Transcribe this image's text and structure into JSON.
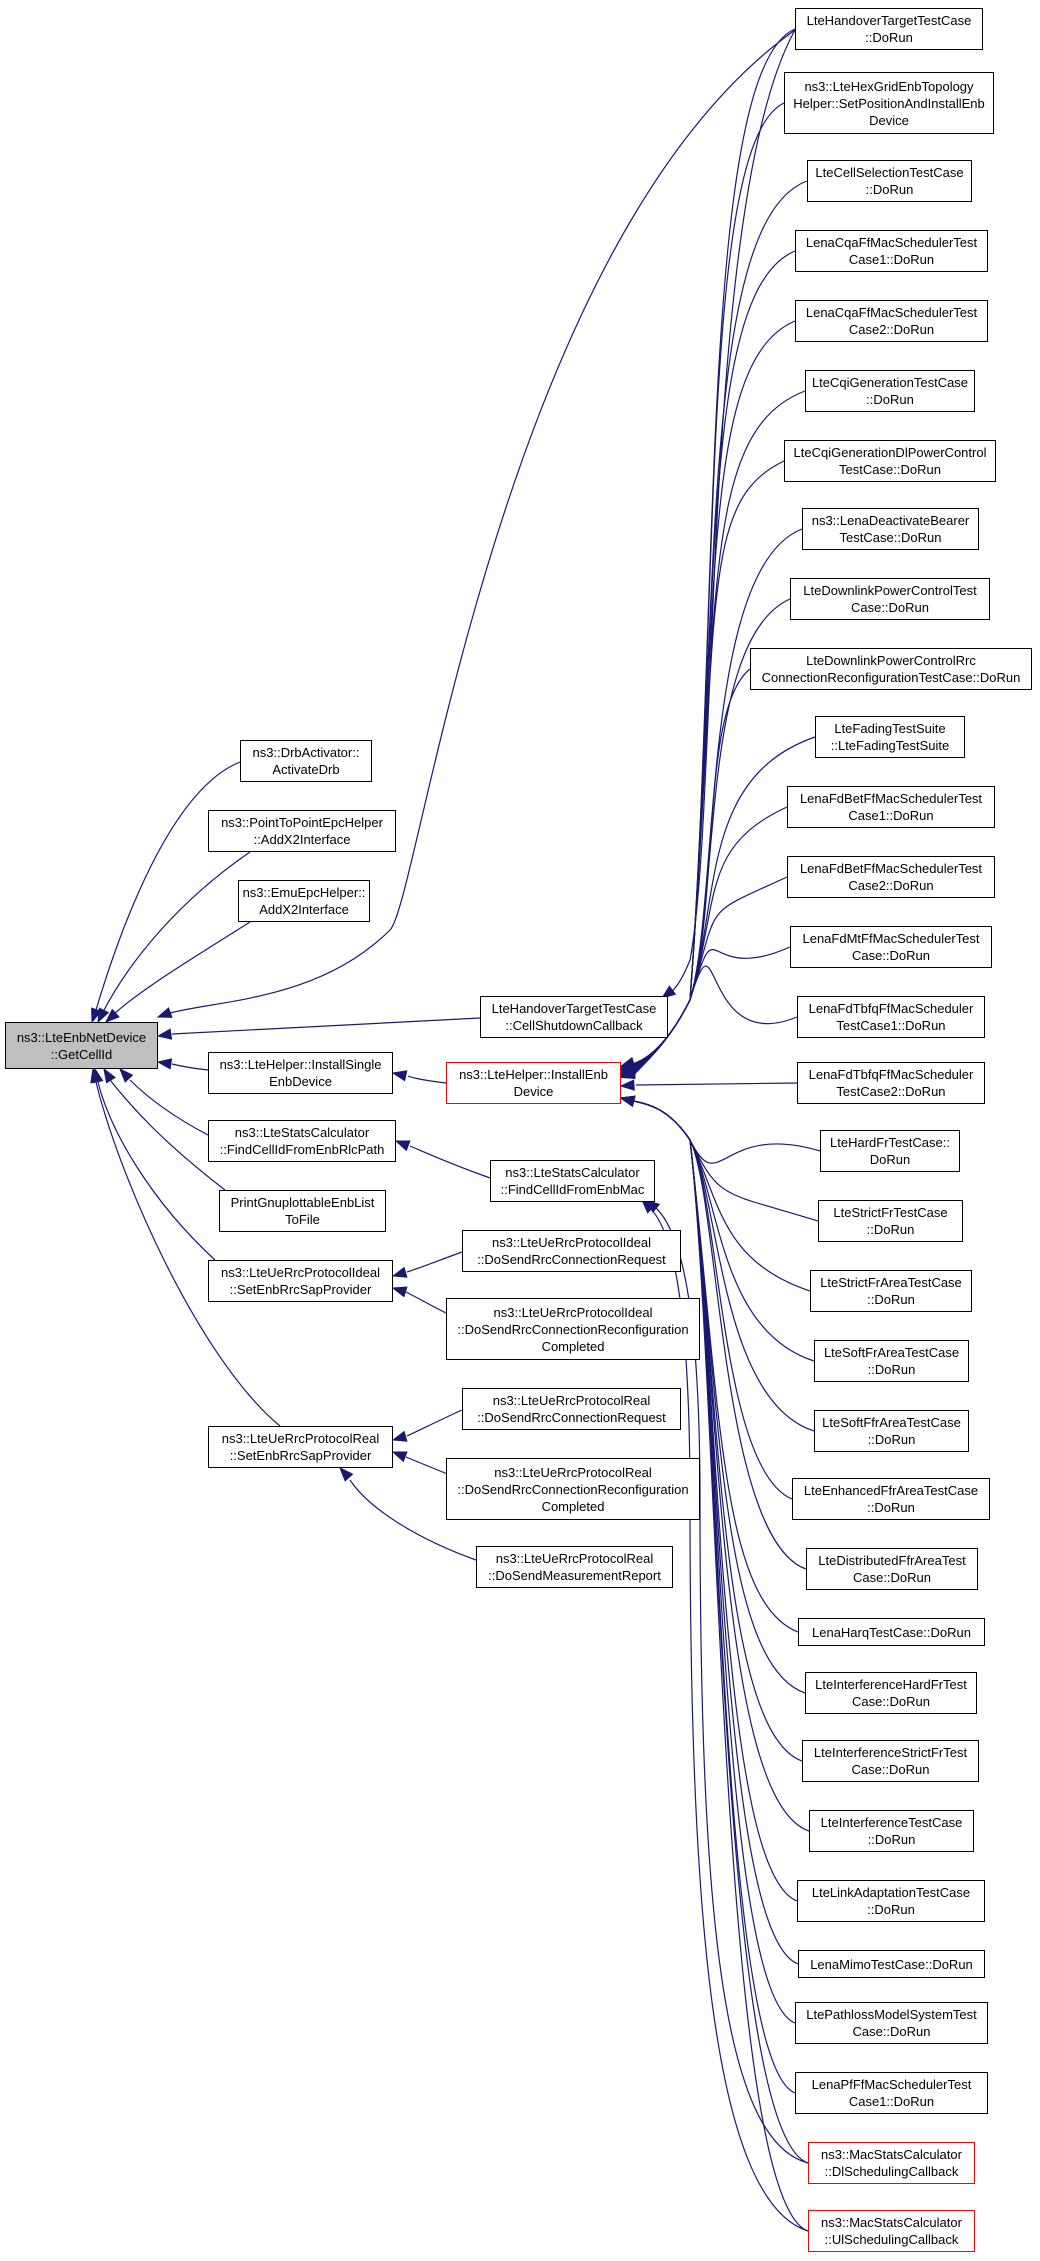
{
  "colors": {
    "edge": "#191970",
    "node_border": "#000000",
    "truncated_border": "#ff0000",
    "root_fill": "#bfbfbf"
  },
  "nodes": {
    "root": "ns3::LteEnbNetDevice\n::GetCellId",
    "drb": "ns3::DrbActivator::\nActivateDrb",
    "p2p": "ns3::PointToPointEpcHelper\n::AddX2Interface",
    "emu": "ns3::EmuEpcHelper::\nAddX2Interface",
    "ltehelper_single": "ns3::LteHelper::InstallSingle\nEnbDevice",
    "stats_rlc": "ns3::LteStatsCalculator\n::FindCellIdFromEnbRlcPath",
    "gnuplot": "PrintGnuplottableEnbList\nToFile",
    "ideal_sap": "ns3::LteUeRrcProtocolIdeal\n::SetEnbRrcSapProvider",
    "real_sap": "ns3::LteUeRrcProtocolReal\n::SetEnbRrcSapProvider",
    "ho_cb": "LteHandoverTargetTestCase\n::CellShutdownCallback",
    "install_enb": "ns3::LteHelper::InstallEnb\nDevice",
    "stats_mac": "ns3::LteStatsCalculator\n::FindCellIdFromEnbMac",
    "ideal_req": "ns3::LteUeRrcProtocolIdeal\n::DoSendRrcConnectionRequest",
    "ideal_reconf": "ns3::LteUeRrcProtocolIdeal\n::DoSendRrcConnectionReconfiguration\nCompleted",
    "real_req": "ns3::LteUeRrcProtocolReal\n::DoSendRrcConnectionRequest",
    "real_reconf": "ns3::LteUeRrcProtocolReal\n::DoSendRrcConnectionReconfiguration\nCompleted",
    "real_meas": "ns3::LteUeRrcProtocolReal\n::DoSendMeasurementReport",
    "r00": "LteHandoverTargetTestCase\n::DoRun",
    "r01": "ns3::LteHexGridEnbTopology\nHelper::SetPositionAndInstallEnb\nDevice",
    "r02": "LteCellSelectionTestCase\n::DoRun",
    "r03": "LenaCqaFfMacSchedulerTest\nCase1::DoRun",
    "r04": "LenaCqaFfMacSchedulerTest\nCase2::DoRun",
    "r05": "LteCqiGenerationTestCase\n::DoRun",
    "r06": "LteCqiGenerationDlPowerControl\nTestCase::DoRun",
    "r07": "ns3::LenaDeactivateBearer\nTestCase::DoRun",
    "r08": "LteDownlinkPowerControlTest\nCase::DoRun",
    "r09": "LteDownlinkPowerControlRrc\nConnectionReconfigurationTestCase::DoRun",
    "r10": "LteFadingTestSuite\n::LteFadingTestSuite",
    "r11": "LenaFdBetFfMacSchedulerTest\nCase1::DoRun",
    "r12": "LenaFdBetFfMacSchedulerTest\nCase2::DoRun",
    "r13": "LenaFdMtFfMacSchedulerTest\nCase::DoRun",
    "r14": "LenaFdTbfqFfMacScheduler\nTestCase1::DoRun",
    "r15": "LenaFdTbfqFfMacScheduler\nTestCase2::DoRun",
    "r16": "LteHardFrTestCase::\nDoRun",
    "r17": "LteStrictFrTestCase\n::DoRun",
    "r18": "LteStrictFrAreaTestCase\n::DoRun",
    "r19": "LteSoftFrAreaTestCase\n::DoRun",
    "r20": "LteSoftFfrAreaTestCase\n::DoRun",
    "r21": "LteEnhancedFfrAreaTestCase\n::DoRun",
    "r22": "LteDistributedFfrAreaTest\nCase::DoRun",
    "r23": "LenaHarqTestCase::DoRun",
    "r24": "LteInterferenceHardFrTest\nCase::DoRun",
    "r25": "LteInterferenceStrictFrTest\nCase::DoRun",
    "r26": "LteInterferenceTestCase\n::DoRun",
    "r27": "LteLinkAdaptationTestCase\n::DoRun",
    "r28": "LenaMimoTestCase::DoRun",
    "r29": "LtePathlossModelSystemTest\nCase::DoRun",
    "r30": "LenaPfFfMacSchedulerTest\nCase1::DoRun",
    "r31": "ns3::MacStatsCalculator\n::DlSchedulingCallback",
    "r32": "ns3::MacStatsCalculator\n::UlSchedulingCallback"
  }
}
